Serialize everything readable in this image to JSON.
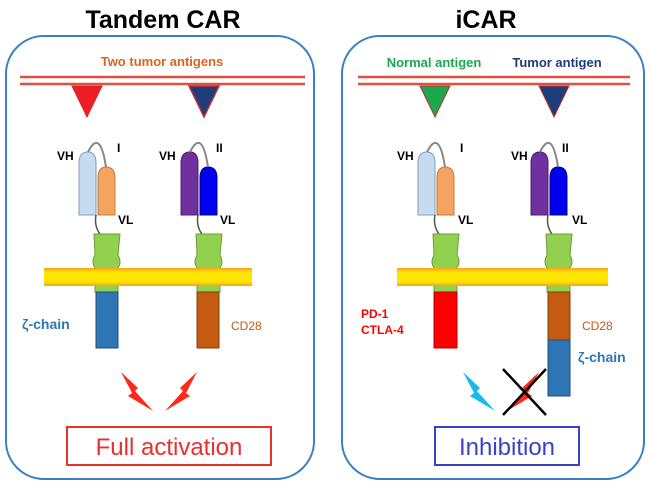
{
  "tandem": {
    "title": "Tandem CAR",
    "antigen_caption": "Two tumor antigens",
    "vh1": "VH",
    "vl1": "VL",
    "num1": "I",
    "vh2": "VH",
    "vl2": "VL",
    "num2": "II",
    "signal_left": "ζ-chain",
    "signal_right": "CD28",
    "result": "Full activation"
  },
  "icar": {
    "title": "iCAR",
    "normal_antigen": "Normal antigen",
    "tumor_antigen": "Tumor antigen",
    "vh1": "VH",
    "vl1": "VL",
    "num1": "I",
    "vh2": "VH",
    "vl2": "VL",
    "num2": "II",
    "inhib_1": "PD-1",
    "inhib_2": "CTLA-4",
    "costim": "CD28",
    "zeta": "ζ-chain",
    "result": "Inhibition"
  },
  "colors": {
    "panel_border": "#3a7fc4",
    "caption_orange": "#d9641e",
    "normal_green": "#1aa84e",
    "tumor_navy": "#1f3d7a",
    "activation_red": "#e8302c",
    "inhibition_blue": "#3b3fd1",
    "zeta_blue": "#2e75b6",
    "cd28_brown": "#c55a11",
    "inhib_red": "#ff0000",
    "hinge_green": "#92d050",
    "membrane_yellow": "#ffe600",
    "membrane_orange": "#f7a21a"
  }
}
